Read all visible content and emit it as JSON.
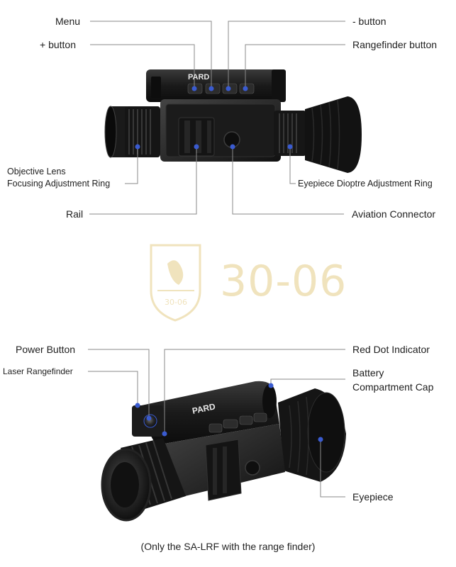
{
  "labels": {
    "menu": "Menu",
    "minus_button": "- button",
    "plus_button": "+ button",
    "rangefinder_button": "Rangefinder button",
    "objective_lens_line1": "Objective Lens",
    "objective_lens_line2": "Focusing Adjustment Ring",
    "eyepiece_dioptre": "Eyepiece Dioptre Adjustment Ring",
    "rail": "Rail",
    "aviation_connector": "Aviation Connector",
    "power_button": "Power Button",
    "red_dot_indicator": "Red Dot Indicator",
    "laser_rangefinder": "Laser Rangefinder",
    "battery_line1": "Battery",
    "battery_line2": "Compartment Cap",
    "eyepiece": "Eyepiece"
  },
  "brand": {
    "name": "PARD"
  },
  "watermark": {
    "text": "30-06",
    "emblem_text": "30-06"
  },
  "caption": "(Only the SA-LRF with the range finder)",
  "colors": {
    "accent_dot": "#3a5bd0",
    "leader_line": "#8a8a8a",
    "body": "#1c1c1c",
    "watermark": "#f0e3bd"
  }
}
